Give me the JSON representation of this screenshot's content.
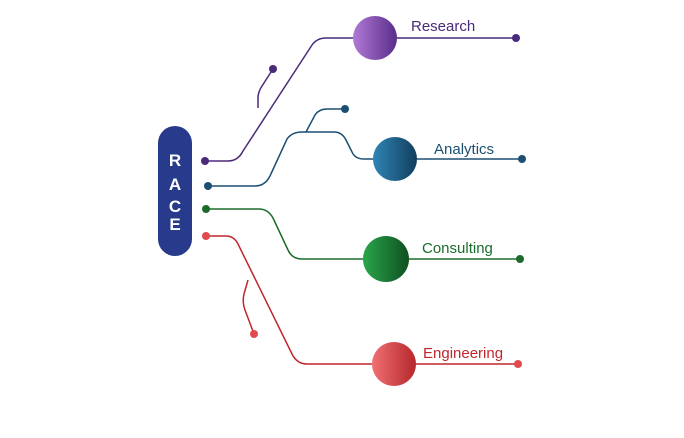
{
  "hub": {
    "letters": [
      "R",
      "A",
      "C",
      "E"
    ],
    "color": "#273a8c"
  },
  "branches": [
    {
      "id": "research",
      "label": "Research",
      "color": "#4a2a7a",
      "node_color": "#8a4fb8"
    },
    {
      "id": "analytics",
      "label": "Analytics",
      "color": "#1b4f72",
      "node_color": "#1f6f9c"
    },
    {
      "id": "consulting",
      "label": "Consulting",
      "color": "#1b6b2c",
      "node_color": "#1f8a3c"
    },
    {
      "id": "engineering",
      "label": "Engineering",
      "color": "#c0272d",
      "node_color": "#e85658"
    }
  ]
}
